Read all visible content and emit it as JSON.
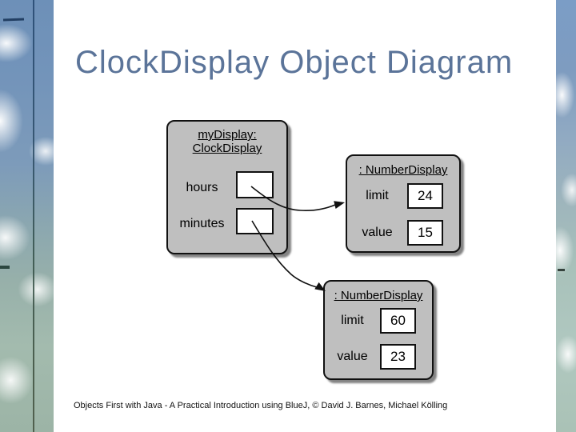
{
  "slide": {
    "title": "ClockDisplay Object Diagram",
    "title_color": "#5b7499",
    "footer": "Objects First with Java - A Practical Introduction using BlueJ, © David J. Barnes, Michael Kölling"
  },
  "diagram": {
    "clock_display": {
      "header_line1": "myDisplay:",
      "header_line2": "ClockDisplay",
      "fields": [
        {
          "name": "hours",
          "value": ""
        },
        {
          "name": "minutes",
          "value": ""
        }
      ]
    },
    "number_display_1": {
      "header": ": NumberDisplay",
      "fields": [
        {
          "name": "limit",
          "value": "24"
        },
        {
          "name": "value",
          "value": "15"
        }
      ]
    },
    "number_display_2": {
      "header": ": NumberDisplay",
      "fields": [
        {
          "name": "limit",
          "value": "60"
        },
        {
          "name": "value",
          "value": "23"
        }
      ]
    },
    "colors": {
      "object_box_fill": "#bfbfbf",
      "field_box_fill": "#ffffff",
      "border": "#111111",
      "arrow": "#111111"
    }
  }
}
